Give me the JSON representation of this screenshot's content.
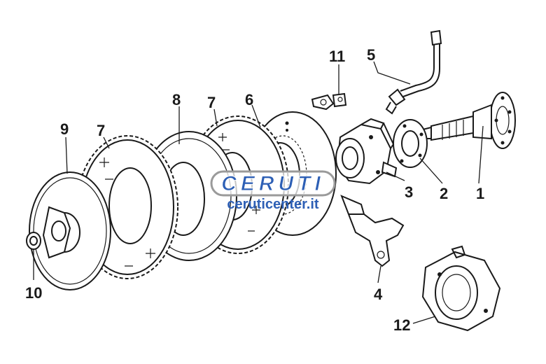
{
  "callouts": {
    "c1": "1",
    "c2": "2",
    "c3": "3",
    "c4": "4",
    "c5": "5",
    "c6": "6",
    "c7a": "7",
    "c7b": "7",
    "c8": "8",
    "c9": "9",
    "c10": "10",
    "c11": "11",
    "c12": "12"
  },
  "watermark": {
    "brand": "CERUTI",
    "url": "ceruticenter.it"
  },
  "colors": {
    "ink": "#1a1a1a",
    "watermark_blue": "#2d5fb5",
    "watermark_frame": "#9a9a9a"
  }
}
